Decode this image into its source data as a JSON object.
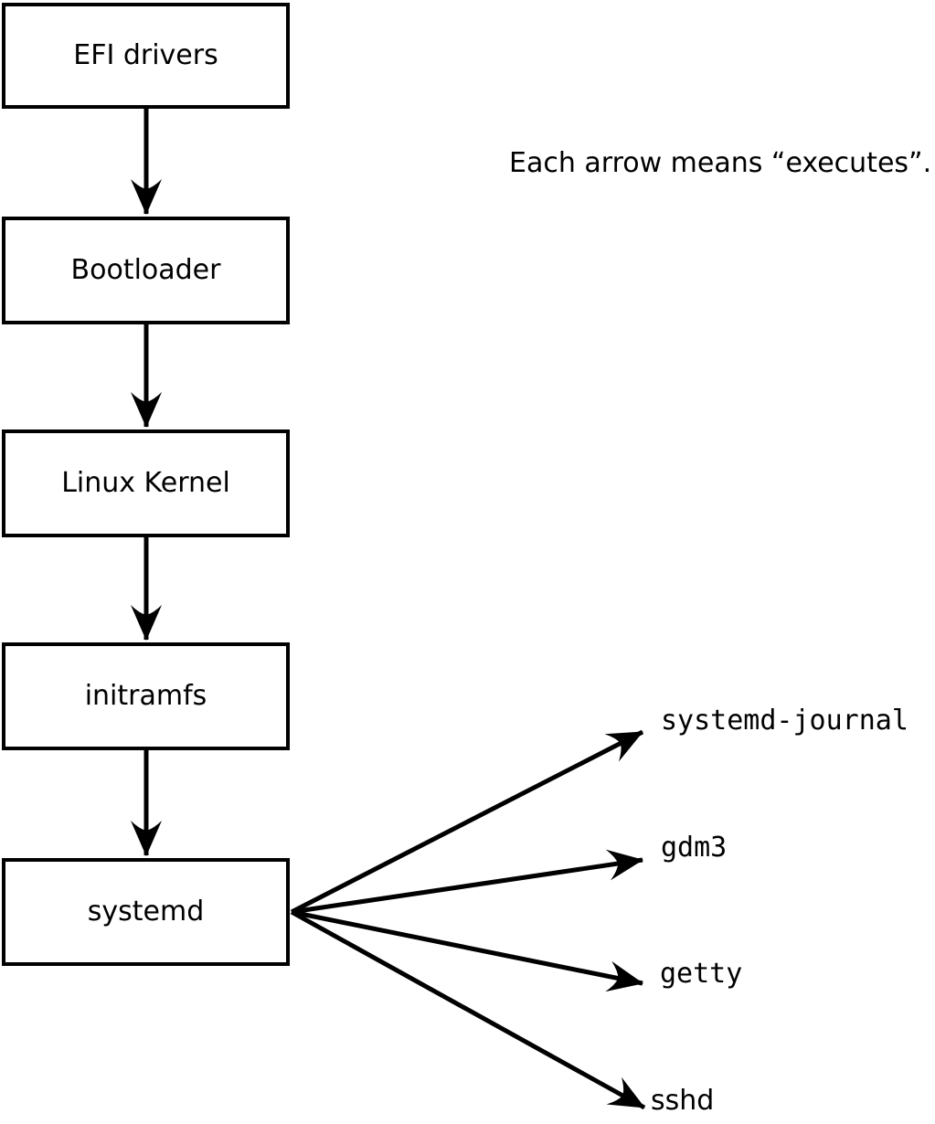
{
  "caption": {
    "text": "Each arrow means “executes”."
  },
  "flow": {
    "nodes": [
      {
        "id": "efi-drivers",
        "label": "EFI drivers"
      },
      {
        "id": "bootloader",
        "label": "Bootloader"
      },
      {
        "id": "linux-kernel",
        "label": "Linux Kernel"
      },
      {
        "id": "initramfs",
        "label": "initramfs"
      },
      {
        "id": "systemd",
        "label": "systemd"
      }
    ],
    "edges": [
      {
        "from": "efi-drivers",
        "to": "bootloader",
        "meaning": "executes"
      },
      {
        "from": "bootloader",
        "to": "linux-kernel",
        "meaning": "executes"
      },
      {
        "from": "linux-kernel",
        "to": "initramfs",
        "meaning": "executes"
      },
      {
        "from": "initramfs",
        "to": "systemd",
        "meaning": "executes"
      }
    ]
  },
  "spawned": [
    {
      "label": "systemd-journal"
    },
    {
      "label": "gdm3"
    },
    {
      "label": "getty"
    },
    {
      "label": "sshd"
    }
  ],
  "colors": {
    "background": "#ffffff",
    "stroke": "#000000",
    "box_fill": "#ffffff",
    "text": "#000000"
  }
}
